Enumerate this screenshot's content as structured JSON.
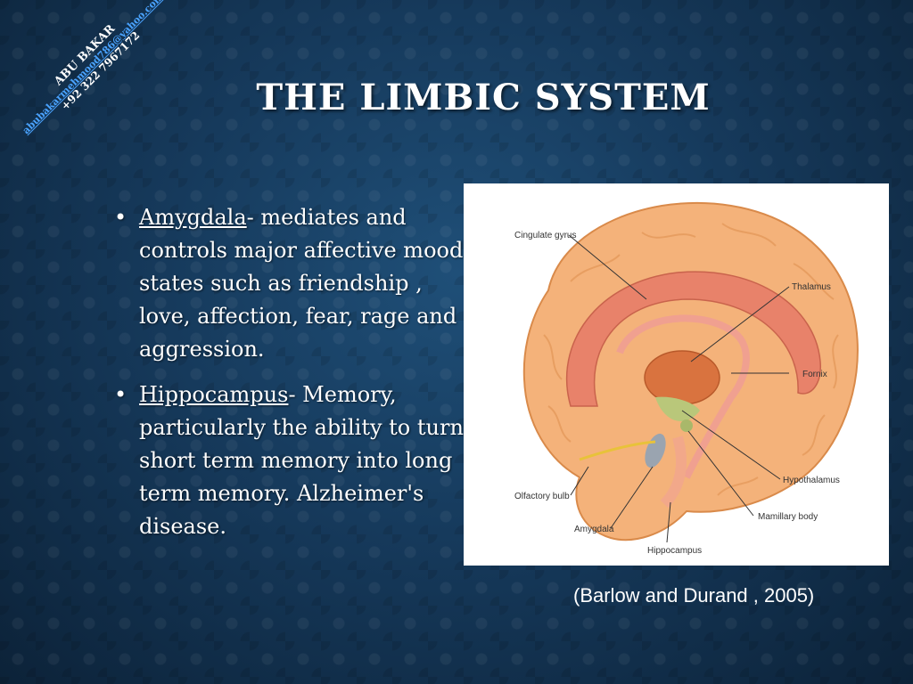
{
  "watermark": {
    "name": "ABU BAKAR",
    "email": "abubakarmehmood786@yahoo.com",
    "phone": "+92 322 7967172"
  },
  "slide": {
    "title": "THE LIMBIC SYSTEM",
    "bullets": [
      {
        "term": "Amygdala",
        "text": "- mediates and controls major affective mood states such as friendship , love, affection, fear, rage and aggression."
      },
      {
        "term": "Hippocampus",
        "text": "- Memory, particularly the ability to turn short term memory into long term memory. Alzheimer's disease."
      }
    ],
    "citation": "(Barlow and Durand , 2005)"
  },
  "figure": {
    "labels": {
      "cingulate": "Cingulate gyrus",
      "thalamus": "Thalamus",
      "fornix": "Fornix",
      "hypothalamus": "Hypothalamus",
      "olfactory": "Olfactory bulb",
      "mamillary": "Mamillary body",
      "amygdala": "Amygdala",
      "hippocampus": "Hippocampus"
    }
  },
  "colors": {
    "background": "#163a5c",
    "brain": "#f4b27a",
    "limbic": "#e8826a",
    "thalamus": "#d9733f",
    "hypothalamus": "#b9c77a",
    "email_link": "#4aa3ff"
  }
}
